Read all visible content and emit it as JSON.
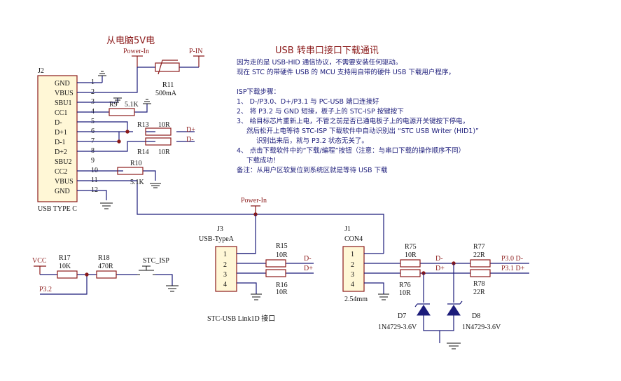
{
  "titles": {
    "power_title": "从电脑5V电",
    "usb_title": "USB 转串口接口下载通讯"
  },
  "notes": [
    "因为走的是 USB-HID 通信协议，不需要安装任何驱动。",
    "现在 STC 的带硬件 USB 的 MCU 支持用自带的硬件 USB 下载用户程序，",
    "ISP下载步骤：",
    "1、 D-/P3.0、D+/P3.1 与 PC-USB 端口连接好",
    "2、 将 P3.2 与 GND 短接，板子上的 STC-ISP 按键按下",
    "3、 给目标芯片重新上电，不管之前是否已通电板子上的电源开关键按下停电，",
    "然后松开上电等待 STC-ISP 下载软件中自动识别出 “STC USB Writer (HID1)”",
    "识别出来后，就与 P3.2 状态无关了。",
    "4、 点击下载软件中的“下载/编程”按钮（注意：与串口下载的操作顺序不同）",
    "下载成功！",
    "备注：从用户区软复位到系统区就是等待 USB 下载"
  ],
  "j2": {
    "ref": "J2",
    "part": "USB TYPE C",
    "pins": [
      "GND",
      "VBUS",
      "SBU1",
      "CC1",
      "D-",
      "D+1",
      "D-1",
      "D+2",
      "SBU2",
      "CC2",
      "VBUS",
      "GND"
    ],
    "nums": [
      "1",
      "2",
      "3",
      "4",
      "5",
      "6",
      "7",
      "8",
      "9",
      "10",
      "11",
      "12"
    ]
  },
  "j3": {
    "ref": "J3",
    "part": "USB-TypeA",
    "nums": [
      "1",
      "2",
      "3",
      "4"
    ],
    "caption": "STC-USB Link1D 接口"
  },
  "j1": {
    "ref": "J1",
    "part": "CON4",
    "nums": [
      "1",
      "2",
      "3",
      "4"
    ],
    "pitch": "2.54mm"
  },
  "components": {
    "r11": {
      "ref": "R11",
      "val": "500mA"
    },
    "r9": {
      "ref": "R9",
      "val": "5.1K"
    },
    "r13": {
      "ref": "R13",
      "val": "10R"
    },
    "r14": {
      "ref": "R14",
      "val": "10R"
    },
    "r10": {
      "ref": "R10",
      "val": "5.1K"
    },
    "r15": {
      "ref": "R15",
      "val": "10R"
    },
    "r16": {
      "ref": "R16",
      "val": "10R"
    },
    "r17": {
      "ref": "R17",
      "val": "10K"
    },
    "r18": {
      "ref": "R18",
      "val": "470R"
    },
    "r75": {
      "ref": "R75",
      "val": "10R"
    },
    "r76": {
      "ref": "R76",
      "val": "10R"
    },
    "r77": {
      "ref": "R77",
      "val": "22R"
    },
    "r78": {
      "ref": "R78",
      "val": "22R"
    },
    "d7": {
      "ref": "D7",
      "val": "1N4729-3.6V"
    },
    "d8": {
      "ref": "D8",
      "val": "1N4729-3.6V"
    },
    "sw": {
      "ref": "STC_ISP"
    }
  },
  "nets": {
    "power_in": "Power-In",
    "p_in": "P-IN",
    "d_plus": "D+",
    "d_minus": "D-",
    "vcc": "VCC",
    "p32": "P3.2",
    "p30": "P3.0  D-",
    "p31": "P3.1  D+"
  }
}
